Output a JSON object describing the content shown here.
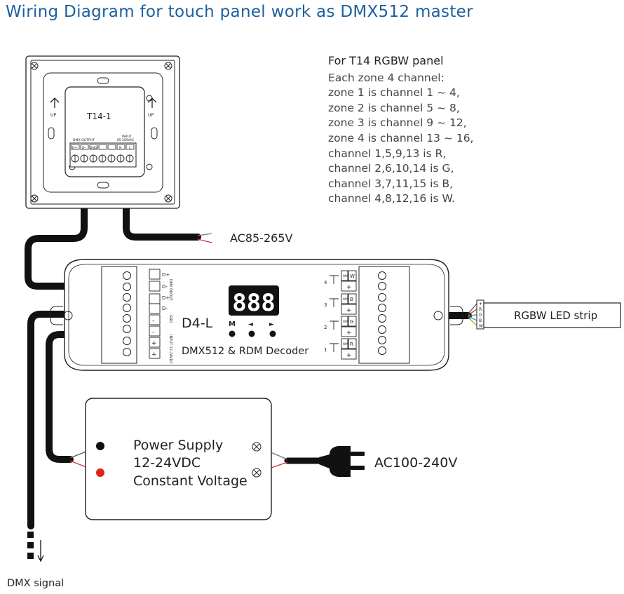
{
  "title": "Wiring Diagram for touch panel work as DMX512 master",
  "panel_notes": {
    "heading": "For T14 RGBW panel",
    "lines": [
      "Each zone 4 channel:",
      "zone 1 is channel 1 ~ 4,",
      "zone 2 is channel 5 ~ 8,",
      "zone 3 is channel 9 ~ 12,",
      "zone 4 is channel 13 ~ 16,",
      "channel 1,5,9,13 is R,",
      "channel 2,6,10,14 is G,",
      "channel 3,7,11,15 is B,",
      "channel 4,8,12,16 is W."
    ]
  },
  "touch_panel": {
    "model": "T14-1",
    "dmx_output_label": "DMX OUTPUT",
    "input_label": "INPUT",
    "input_voltage": "85-265VAC",
    "terminals": [
      "D+",
      "D-",
      "GND",
      "",
      "",
      "N",
      "L"
    ],
    "up_mark": "UP"
  },
  "ac_panel_label": "AC85-265V",
  "decoder": {
    "model": "D4-L",
    "name": "DMX512 & RDM Decoder",
    "display": "888",
    "buttons": [
      "M",
      "◄",
      "►"
    ],
    "left_terminals": [
      "D+",
      "D-",
      "D+",
      "D-",
      "-",
      "-",
      "+",
      "+"
    ],
    "group_labels": [
      "DMX IN/OUT",
      "GND",
      "INPUT 12-24VDC"
    ],
    "channels": [
      {
        "zone": "4",
        "color": "W",
        "sub": "WW"
      },
      {
        "zone": "3",
        "color": "B",
        "sub": "WW"
      },
      {
        "zone": "2",
        "color": "G",
        "sub": "WW"
      },
      {
        "zone": "1",
        "color": "R",
        "sub": "WW"
      }
    ],
    "channel_plus": "+"
  },
  "led_strip": {
    "label": "RGBW LED strip",
    "pins": [
      "+",
      "R",
      "G",
      "B",
      "W"
    ]
  },
  "power_supply": {
    "lines": [
      "Power Supply",
      "12-24VDC",
      "Constant Voltage"
    ]
  },
  "ac_power_label": "AC100-240V",
  "dmx_signal_label": "DMX signal"
}
